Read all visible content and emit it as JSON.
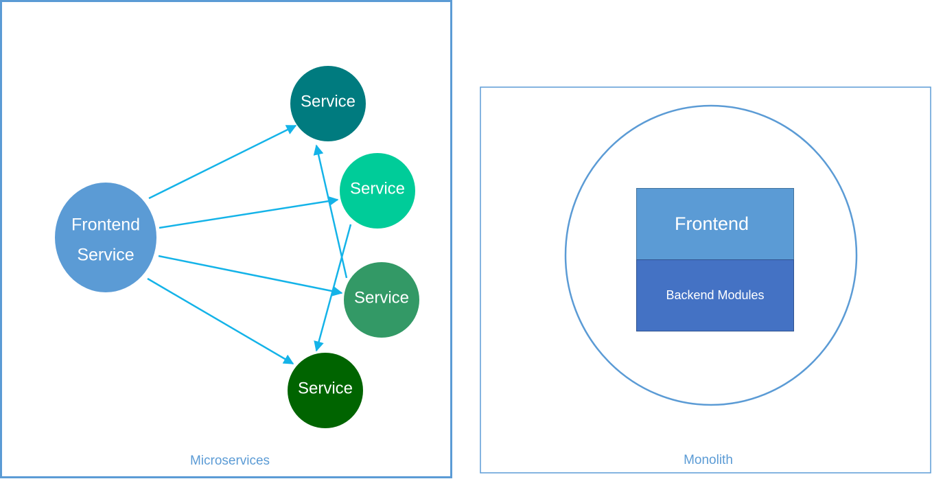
{
  "microservices": {
    "caption": "Microservices",
    "frontend": {
      "line1": "Frontend",
      "line2": "Service",
      "color": "#5b9bd5"
    },
    "services": [
      {
        "label": "Service",
        "color": "#007b7f"
      },
      {
        "label": "Service",
        "color": "#00cc99"
      },
      {
        "label": "Service",
        "color": "#339966"
      },
      {
        "label": "Service",
        "color": "#006400"
      }
    ],
    "arrow_color": "#14b3e8"
  },
  "monolith": {
    "caption": "Monolith",
    "frontend_label": "Frontend",
    "backend_label": "Backend Modules",
    "frontend_color": "#5b9bd5",
    "backend_color": "#4472c4",
    "outline_color": "#5b9bd5"
  }
}
